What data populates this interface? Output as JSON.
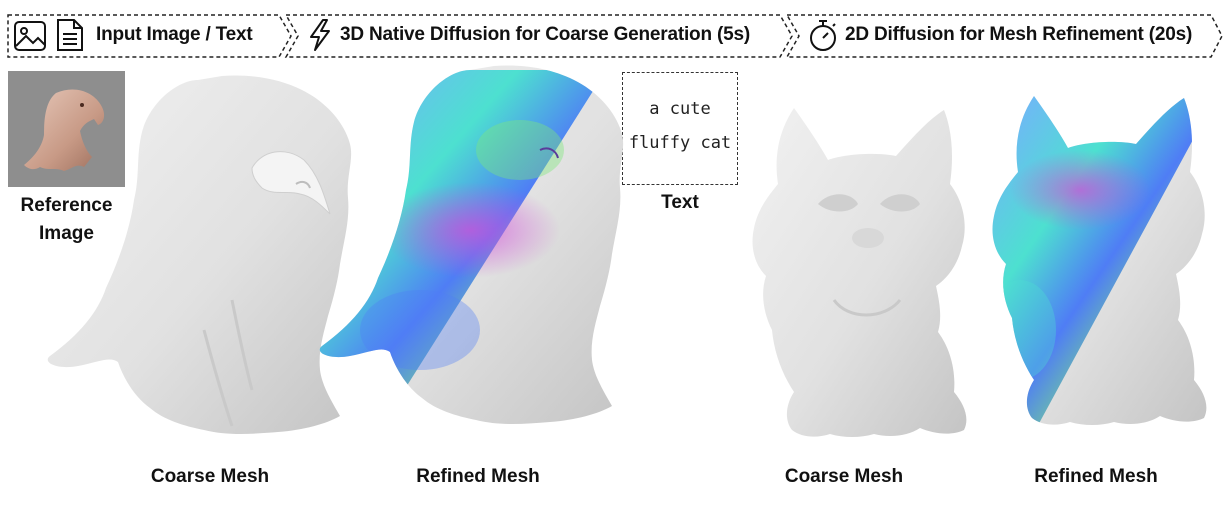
{
  "stages": [
    {
      "label": "Input Image / Text",
      "icons": [
        "image-icon",
        "document-icon"
      ]
    },
    {
      "label": "3D Native Diffusion for Coarse Generation (5s)",
      "icons": [
        "lightning-icon"
      ]
    },
    {
      "label": "2D Diffusion for Mesh Refinement (20s)",
      "icons": [
        "stopwatch-icon"
      ]
    }
  ],
  "inputs": {
    "reference_caption_line1": "Reference",
    "reference_caption_line2": "Image",
    "text_prompt_line1": "a cute",
    "text_prompt_line2": "fluffy cat",
    "text_caption": "Text"
  },
  "captions": {
    "eagle_coarse": "Coarse Mesh",
    "eagle_refined": "Refined Mesh",
    "cat_coarse": "Coarse Mesh",
    "cat_refined": "Refined Mesh"
  },
  "colors": {
    "mesh_gray": "#dcdcdc",
    "normal_blue": "#4f7df5",
    "normal_cyan": "#4de0d0",
    "normal_magenta": "#c64fe0",
    "normal_green": "#7de87a"
  }
}
